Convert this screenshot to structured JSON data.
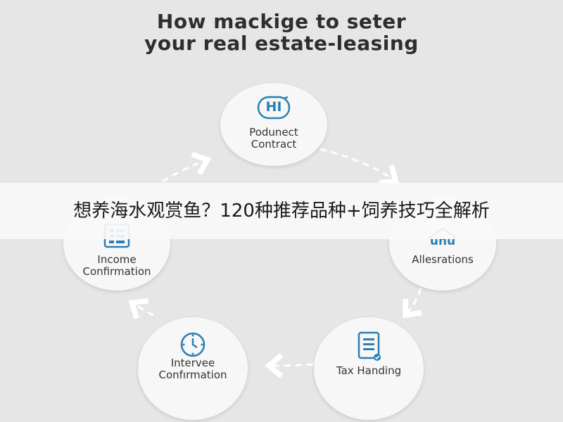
{
  "title": {
    "line1": "How mackige to seter",
    "line2": "your real estate-leasing"
  },
  "nodes": {
    "top": {
      "icon_text": "HI",
      "label_line1": "Podunect",
      "label_line2": "Contract"
    },
    "left": {
      "label_line1": "Income",
      "label_line2": "Confirmation"
    },
    "right": {
      "icon_text": "unu",
      "label_line1": "Allesrations"
    },
    "botleft": {
      "label_line1": "Intervee",
      "label_line2": "Confırmation"
    },
    "botright": {
      "label_line1": "Tax Handing"
    }
  },
  "banner": {
    "text": "想养海水观赏鱼？120种推荐品种+饲养技巧全解析"
  },
  "colors": {
    "accent": "#2a7fb5",
    "arrow": "#ffffff",
    "text": "#333333"
  }
}
